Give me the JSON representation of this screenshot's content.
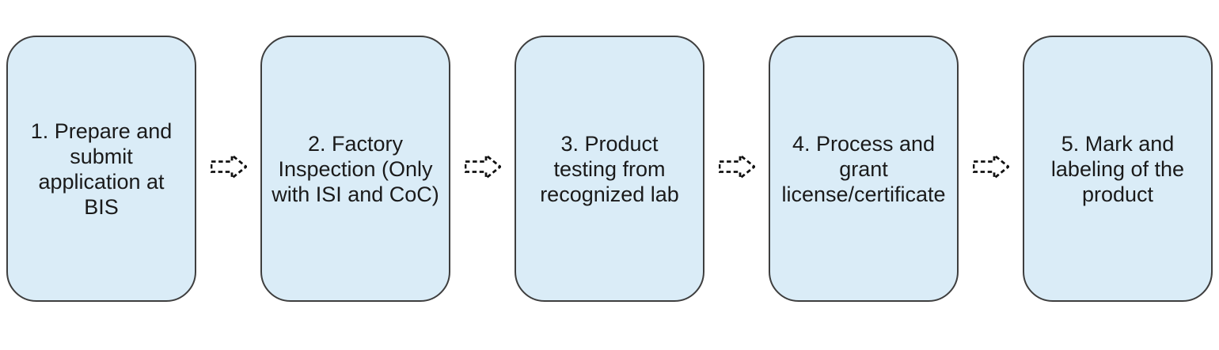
{
  "colors": {
    "background": "#ffffff",
    "box_fill": "#daecf7",
    "box_border": "#3e3e3e",
    "text": "#1a1a1a",
    "arrow": "#111111"
  },
  "flow": {
    "connector_icon": "dashed-arrow-right",
    "steps": [
      {
        "number": "1",
        "label": "1. Prepare and\nsubmit\napplication at\nBIS"
      },
      {
        "number": "2",
        "label": "2. Factory\nInspection (Only\nwith ISI and CoC)"
      },
      {
        "number": "3",
        "label": "3. Product\ntesting from\nrecognized lab"
      },
      {
        "number": "4",
        "label": "4. Process and\ngrant\nlicense/certificate"
      },
      {
        "number": "5",
        "label": "5. Mark and\nlabeling of the\nproduct"
      }
    ]
  }
}
